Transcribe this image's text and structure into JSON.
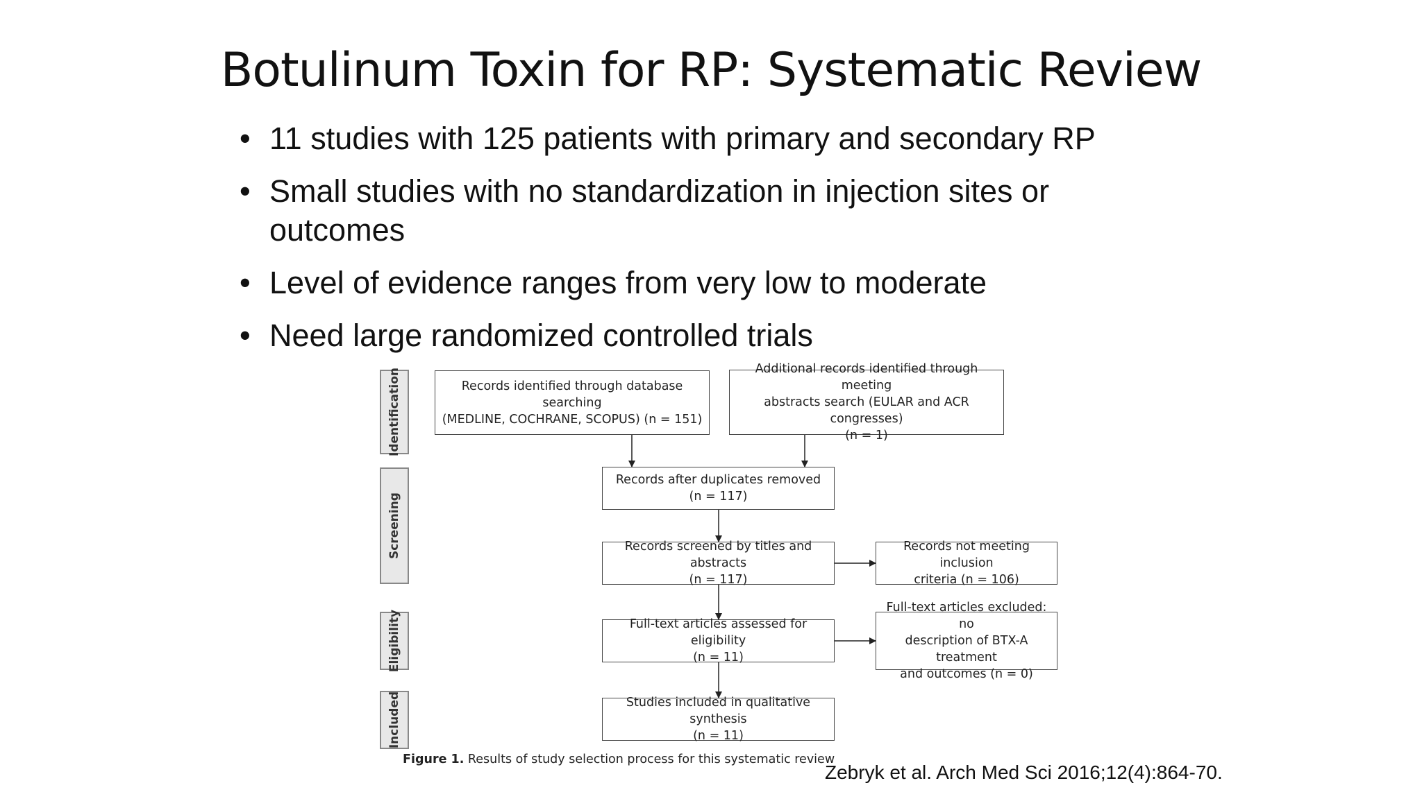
{
  "title": "Botulinum Toxin for RP: Systematic Review",
  "bullets": [
    "11 studies with 125 patients with primary and secondary RP",
    "Small studies with no standardization in injection sites or outcomes",
    "Level of evidence ranges from very low to moderate",
    "Need large randomized controlled trials"
  ],
  "bullet_symbol": "•",
  "phases": [
    "Identification",
    "Screening",
    "Eligibility",
    "Included"
  ],
  "boxes": {
    "db_search": [
      "Records identified through database searching",
      "(MEDLINE, COCHRANE, SCOPUS) (n = 151)"
    ],
    "additional": [
      "Additional records identified through meeting",
      "abstracts search (EULAR and ACR congresses)",
      "(n = 1)"
    ],
    "dup_removed": [
      "Records after duplicates removed",
      "(n = 117)"
    ],
    "screened": [
      "Records screened by titles and abstracts",
      "(n = 117)"
    ],
    "not_meeting": [
      "Records not meeting inclusion",
      "criteria (n = 106)"
    ],
    "fulltext": [
      "Full-text articles assessed for eligibility",
      "(n = 11)"
    ],
    "excluded": [
      "Full-text articles excluded: no",
      "description of BTX-A treatment",
      "and outcomes (n = 0)"
    ],
    "included": [
      "Studies included in qualitative synthesis",
      "(n = 11)"
    ]
  },
  "caption": {
    "label": "Figure 1.",
    "text": " Results of study selection process for this systematic review"
  },
  "citation": "Zebryk et al. Arch Med Sci 2016;12(4):864-70."
}
